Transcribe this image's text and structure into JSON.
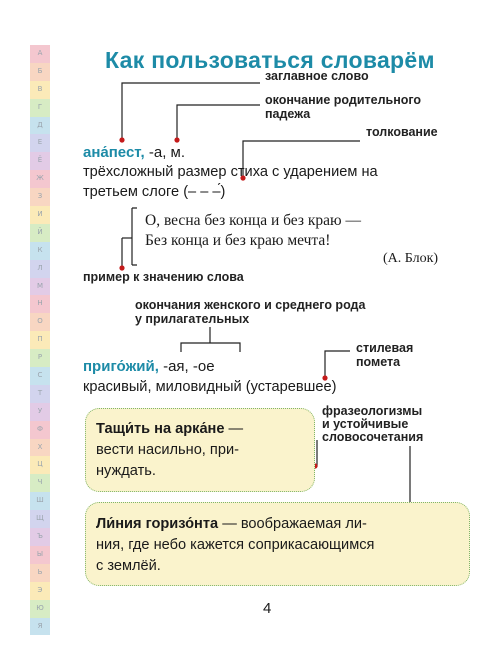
{
  "alphabet": [
    "А",
    "Б",
    "В",
    "Г",
    "Д",
    "Е",
    "Ё",
    "Ж",
    "З",
    "И",
    "Й",
    "К",
    "Л",
    "М",
    "Н",
    "О",
    "П",
    "Р",
    "С",
    "Т",
    "У",
    "Ф",
    "Х",
    "Ц",
    "Ч",
    "Ш",
    "Щ",
    "Ъ",
    "Ы",
    "Ь",
    "Э",
    "Ю",
    "Я"
  ],
  "alphabet_colors": [
    "#f4c7cf",
    "#f8d6c2",
    "#fbeab8",
    "#d7ecc4",
    "#c6e2ee",
    "#d2d4ee",
    "#e2cbe6",
    "#f4c7cf",
    "#f8d6c2",
    "#fbeab8",
    "#d7ecc4",
    "#c6e2ee",
    "#d2d4ee",
    "#e2cbe6",
    "#f4c7cf",
    "#f8d6c2",
    "#fbeab8",
    "#d7ecc4",
    "#c6e2ee",
    "#d2d4ee",
    "#e2cbe6",
    "#f4c7cf",
    "#f8d6c2",
    "#fbeab8",
    "#d7ecc4",
    "#c6e2ee",
    "#d2d4ee",
    "#e2cbe6",
    "#f4c7cf",
    "#f8d6c2",
    "#fbeab8",
    "#d7ecc4",
    "#c6e2ee"
  ],
  "title": "Как пользоваться словарём",
  "labels": {
    "headword": "заглавное слово",
    "genitive_1": "окончание родительного",
    "genitive_2": "падежа",
    "definition": "толкование",
    "example": "пример к значению слова",
    "endings_1": "окончания женского и среднего рода",
    "endings_2": "у прилагательных",
    "style_1": "стилевая",
    "style_2": "помета",
    "phraseo_1": "фразеологизмы",
    "phraseo_2": "и устойчивые",
    "phraseo_3": "словосочетания"
  },
  "entry1": {
    "headword": "ана́пест,",
    "ending": " -а, м.",
    "def_line1": "трёхсложный размер стиха с ударением на",
    "def_line2": "третьем слоге (– – –́)"
  },
  "verse": {
    "line1": "О, весна без конца и без краю —",
    "line2": "Без конца и без краю мечта!",
    "author": "(А. Блок)"
  },
  "entry2": {
    "headword": "приго́жий,",
    "ending": " -ая, -ое",
    "def": "красивый, миловидный (устаревшее)"
  },
  "box1": {
    "phrase": "Тащи́ть на арка́не",
    "rest1": " —",
    "line2": "вести насильно, при-",
    "line3": "нуждать."
  },
  "box2": {
    "phrase": "Ли́ния горизо́нта",
    "rest1": " — воображаемая ли-",
    "line2": "ния, где небо кажется соприкасающимся",
    "line3": "с землёй."
  },
  "page_number": "4"
}
